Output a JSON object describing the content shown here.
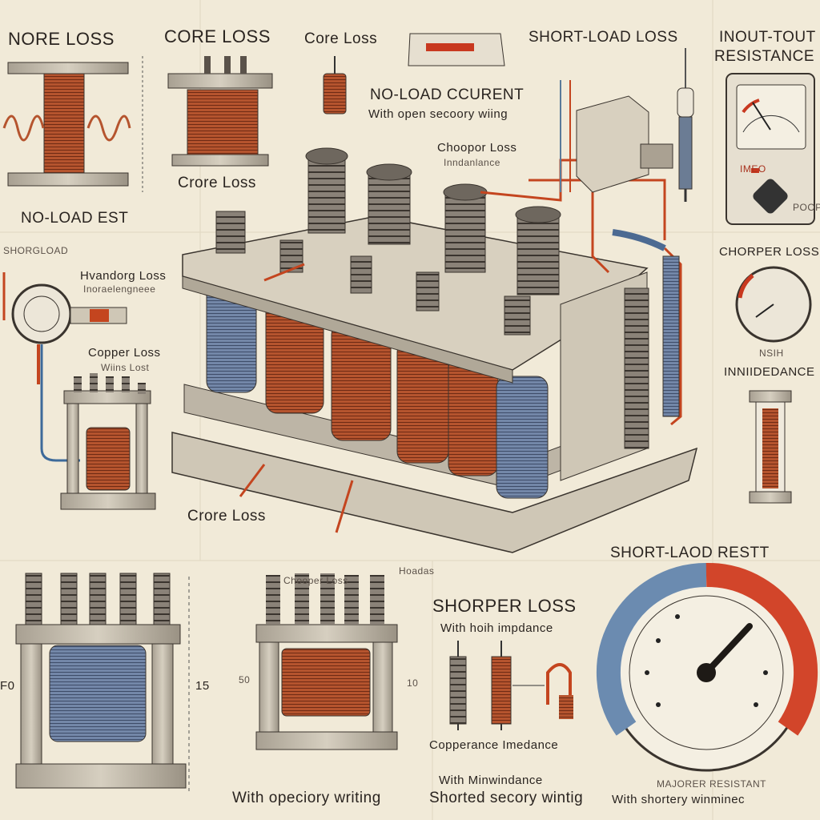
{
  "labels": {
    "nore_loss": "NORE LOSS",
    "core_loss_top": "CORE LOSS",
    "core_loss_top_small": "Core Loss",
    "short_load_loss": "SHORT-LOAD LOSS",
    "inout_resistance_1": "INOUT-TOUT",
    "inout_resistance_2": "RESISTANCE",
    "no_load_current": "NO-LOAD CCURENT",
    "open_secondary": "With open secoory wiing",
    "crore_loss_left": "Crore Loss",
    "no_load_test": "NO-LOAD EST",
    "chooper_loss": "Choopor Loss",
    "inmidance": "Inndanlance",
    "chorper_loss_right": "CHORPER LOSS",
    "shorgload": "SHORGLOAD",
    "hvandorg_loss": "Hvandorg Loss",
    "hvandorg_sub": "Inoraelengneee",
    "copper_loss": "Copper Loss",
    "wiins_lost": "Wiins Lost",
    "inmidance_right": "INNIIDEDANCE",
    "nsih": "NSIH",
    "crore_loss_center": "Crore Loss",
    "short_laod_restt": "SHORT-LAOD RESTT",
    "chooper_loss_bottom": "Chooper Loss",
    "hoadas": "Hoadas",
    "shorper_loss": "SHORPER LOSS",
    "with_hoh_impedance": "With hoih impdance",
    "copperance_impedance": "Copperance Imedance",
    "with_minwindance": "With Minwindance",
    "with_opeciory_writing": "With opeciory writing",
    "shorted_secory": "Shorted secory wintig",
    "with_shortery": "With shortery winminec",
    "majorer_resistant": "MAJORER RESISTANT",
    "meter_red_scale": "IMEO",
    "meter_dial_top": "POOP",
    "dim_15": "15",
    "dim_f0": "F0",
    "dim_50": "50",
    "dim_10": "10"
  },
  "colors": {
    "background": "#f1ead8",
    "copper": "#b5542e",
    "blue_winding": "#6f83a6",
    "steel": "#bdb5a6",
    "red_accent": "#c8381f",
    "wire": "#c4451f"
  }
}
